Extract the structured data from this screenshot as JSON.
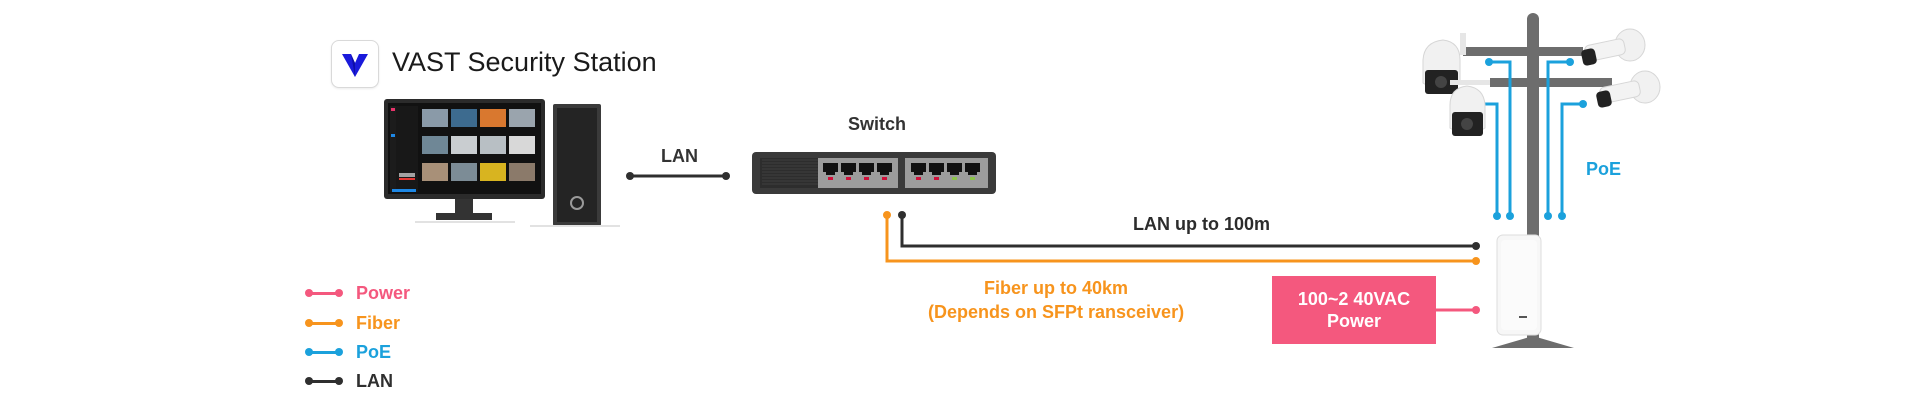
{
  "app": {
    "name": "VAST Security Station",
    "logo_icon": "vast-v-logo-icon",
    "logo_color": "#1a1adb"
  },
  "devices": {
    "workstation": "monitor-and-pc-tower-icon",
    "switch": {
      "label": "Switch",
      "icon": "network-switch-icon",
      "ports": 8
    },
    "pole": {
      "icon": "pole-mount-icon",
      "cameras": [
        "ptz-camera-icon",
        "ptz-camera-icon",
        "bullet-camera-icon",
        "bullet-camera-icon"
      ]
    },
    "enclosure": {
      "icon": "outdoor-enclosure-icon"
    }
  },
  "connections": {
    "pc_to_switch": "LAN",
    "lan_run": "LAN up to 100m",
    "fiber_run_line1": "Fiber up to 40km",
    "fiber_run_line2": "(Depends on SFPt ransceiver)",
    "poe_label": "PoE",
    "power_box_line1": "100~2  40VAC",
    "power_box_line2": "Power"
  },
  "legend": [
    {
      "label": "Power",
      "color": "#f4587e"
    },
    {
      "label": "Fiber",
      "color": "#f7941d"
    },
    {
      "label": "PoE",
      "color": "#1ba1dc"
    },
    {
      "label": "LAN",
      "color": "#2f2f2f"
    }
  ],
  "colors": {
    "power": "#f4587e",
    "fiber": "#f7941d",
    "poe": "#1ba1dc",
    "lan": "#2f2f2f",
    "pole": "#6d6d6d",
    "switch_body": "#3a3a3a"
  }
}
